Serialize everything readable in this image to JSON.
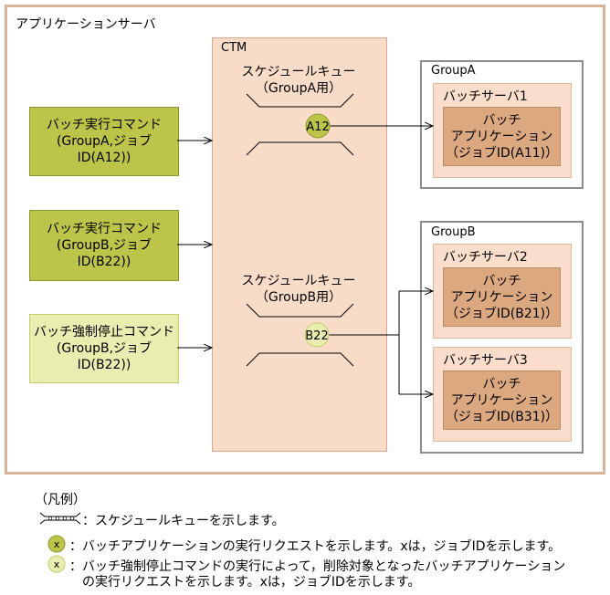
{
  "system": {
    "title": "アプリケーションサーバ"
  },
  "ctm": {
    "label": "CTM",
    "queue_a": {
      "title": "スケジュールキュー",
      "subtitle": "（GroupA用）",
      "job": "A12"
    },
    "queue_b": {
      "title": "スケジュールキュー",
      "subtitle": "（GroupB用）",
      "job": "B22"
    }
  },
  "commands": [
    {
      "line1": "バッチ実行コマンド",
      "line2": "(GroupA,ジョブID(A12))"
    },
    {
      "line1": "バッチ実行コマンド",
      "line2": "(GroupB,ジョブID(B22))"
    },
    {
      "line1": "バッチ強制停止コマンド",
      "line2": "(GroupB,ジョブID(B22))"
    }
  ],
  "groups": [
    {
      "label": "GroupA",
      "servers": [
        {
          "label": "バッチサーバ1",
          "app_l1": "バッチ",
          "app_l2": "アプリケーション",
          "app_l3": "（ジョブID(A11)）"
        }
      ]
    },
    {
      "label": "GroupB",
      "servers": [
        {
          "label": "バッチサーバ2",
          "app_l1": "バッチ",
          "app_l2": "アプリケーション",
          "app_l3": "（ジョブID(B21)）"
        },
        {
          "label": "バッチサーバ3",
          "app_l1": "バッチ",
          "app_l2": "アプリケーション",
          "app_l3": "（ジョブID(B31)）"
        }
      ]
    }
  ],
  "legend": {
    "title": "（凡例）",
    "queue_text": "：スケジュールキューを示します。",
    "x_symbol": "x",
    "exec_text": "：バッチアプリケーションの実行リクエストを示します。xは，ジョブIDを示します。",
    "stop_text_1": "：バッチ強制停止コマンドの実行によって，削除対象となったバッチアプリケーション",
    "stop_text_2": "の実行リクエストを示します。xは，ジョブIDを示します。"
  },
  "colors": {
    "outer_border": "#dcb596",
    "ctm_fill": "#f8dcc8",
    "cmd_fill": "#bcc44a",
    "stop_cmd_fill": "#eaedb0",
    "server_fill": "#fadecb",
    "app_fill": "#dba880",
    "group_border": "#8c8c8c"
  }
}
